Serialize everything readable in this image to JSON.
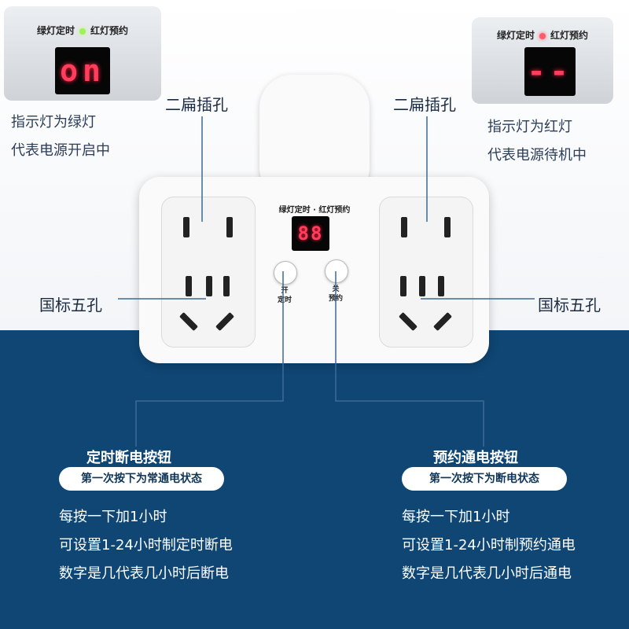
{
  "inset_left": {
    "green_label": "绿灯定时",
    "red_label": "红灯预约",
    "display": "on"
  },
  "inset_right": {
    "green_label": "绿灯定时",
    "red_label": "红灯预约",
    "display": "--"
  },
  "caption_left": {
    "line1": "指示灯为绿灯",
    "line2": "代表电源开启中"
  },
  "caption_right": {
    "line1": "指示灯为红灯",
    "line2": "代表电源待机中"
  },
  "device": {
    "title": "绿灯定时 · 红灯预约",
    "display": "88",
    "btn_left_label": "开\n定时",
    "btn_right_label": "关\n预约"
  },
  "labels": {
    "two_pin_left": "二扁插孔",
    "two_pin_right": "二扁插孔",
    "five_hole_left": "国标五孔",
    "five_hole_right": "国标五孔"
  },
  "left_section": {
    "title": "定时断电按钮",
    "pill": "第一次按下为常通电状态",
    "lines": [
      "每按一下加1小时",
      "可设置1-24小时制定时断电",
      "数字是几代表几小时后断电"
    ]
  },
  "right_section": {
    "title": "预约通电按钮",
    "pill": "第一次按下为断电状态",
    "lines": [
      "每按一下加1小时",
      "可设置1-24小时制预约通电",
      "数字是几代表几小时后通电"
    ]
  },
  "colors": {
    "navy": "#0f4674",
    "digit_red": "#ff3d5c",
    "green_led": "#9ef25a"
  }
}
